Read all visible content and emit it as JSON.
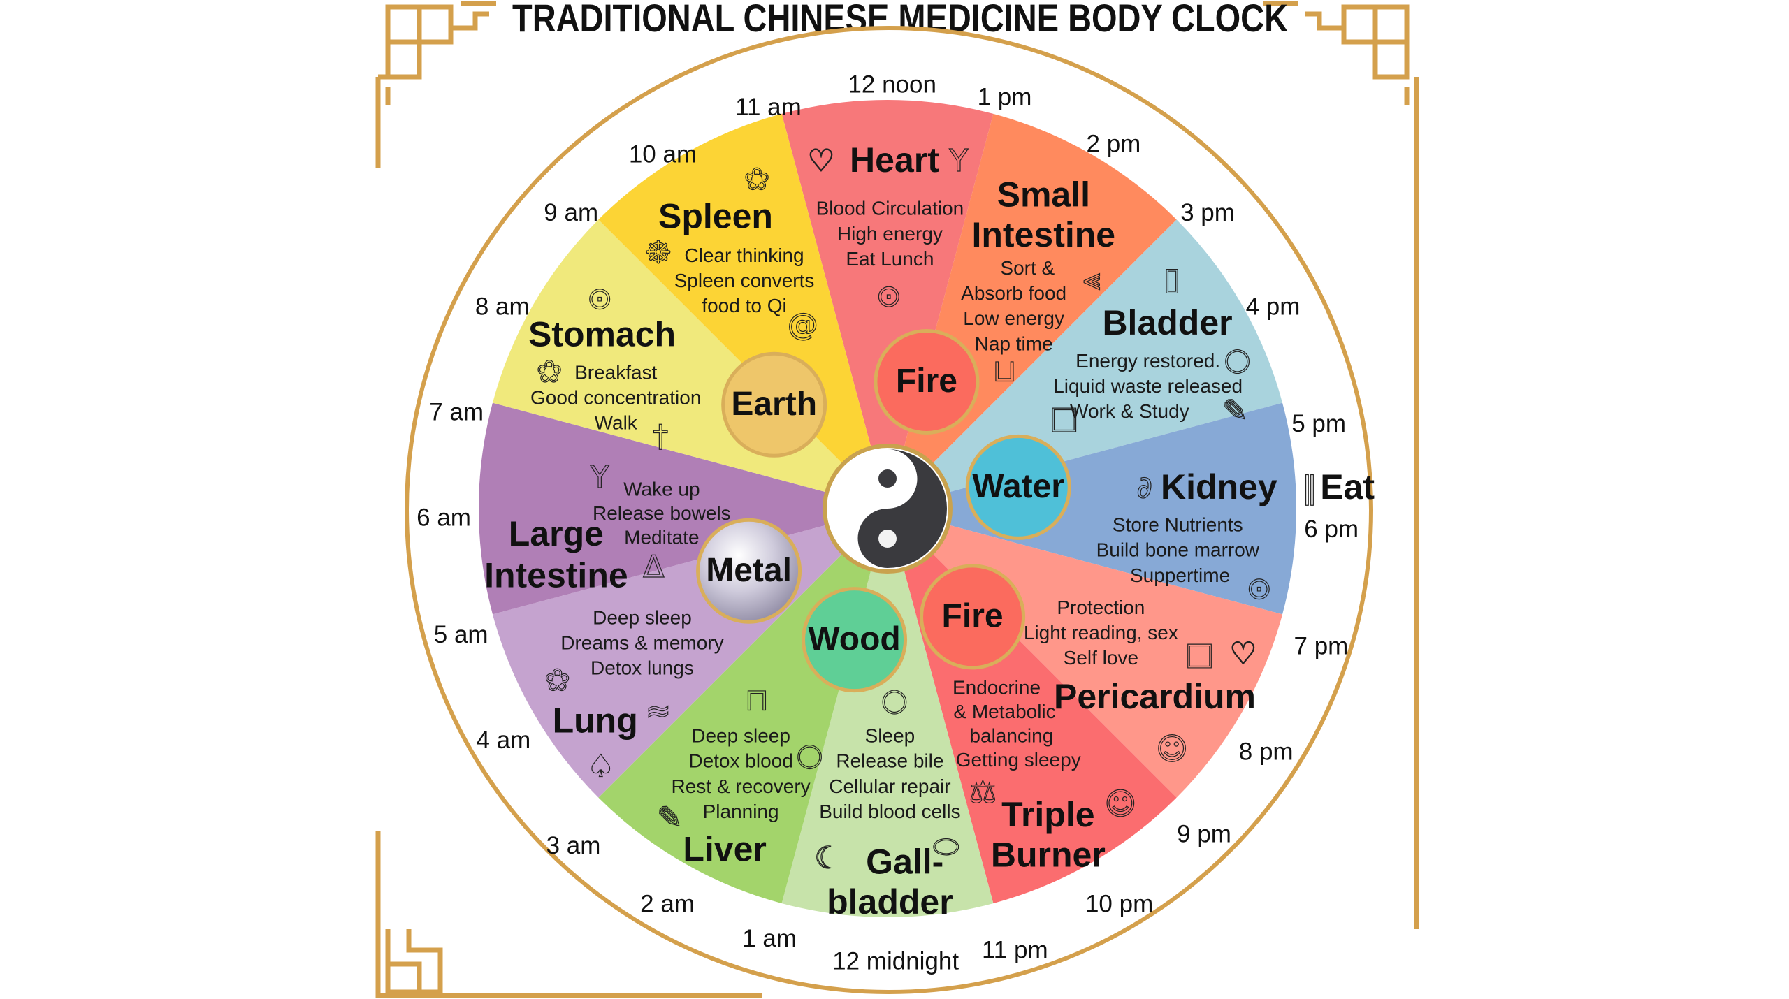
{
  "title": "TRADITIONAL CHINESE MEDICINE BODY CLOCK",
  "colors": {
    "gold": "#d4a04c",
    "ring_fill": "#ffffff"
  },
  "hours": [
    "12 noon",
    "1 pm",
    "2 pm",
    "3 pm",
    "4 pm",
    "5 pm",
    "6 pm",
    "7 pm",
    "8 pm",
    "9 pm",
    "10 pm",
    "11 pm",
    "12 midnight",
    "1 am",
    "2 am",
    "3 am",
    "4 am",
    "5 am",
    "6 am",
    "7 am",
    "8 am",
    "9 am",
    "10 am",
    "11 am"
  ],
  "eat_label": {
    "text": "Eat",
    "icon": "fork-knife-icon"
  },
  "organs": [
    {
      "name_lines": [
        "Heart"
      ],
      "color": "#f7787a",
      "details": [
        "Blood Circulation",
        "High energy",
        "Eat Lunch"
      ],
      "icons": [
        "heartbeat-icon",
        "person-arms-up-icon",
        "plate-cutlery-icon"
      ]
    },
    {
      "name_lines": [
        "Small",
        "Intestine"
      ],
      "color": "#ff8a5e",
      "details": [
        "Sort &",
        "Absorb food",
        "Low energy",
        "Nap time"
      ],
      "icons": [
        "recliner-sleep-icon",
        "sofa-icon"
      ]
    },
    {
      "name_lines": [
        "Bladder"
      ],
      "color": "#a9d3dd",
      "details": [
        "Energy restored.",
        "Liquid waste released",
        "Work & Study"
      ],
      "icons": [
        "battery-icon",
        "droplet-icon",
        "open-book-icon",
        "notepad-icon"
      ]
    },
    {
      "name_lines": [
        "Kidney"
      ],
      "color": "#87a9d6",
      "details": [
        "Store Nutrients",
        "Build bone marrow",
        "Suppertime"
      ],
      "icons": [
        "money-bag-icon",
        "plate-cutlery-icon"
      ]
    },
    {
      "name_lines": [
        "Pericardium"
      ],
      "color": "#ff978a",
      "details": [
        "Protection",
        "Light reading, sex",
        "Self love"
      ],
      "icons": [
        "open-book-icon",
        "heart-hands-icon",
        "self-hug-icon"
      ]
    },
    {
      "name_lines": [
        "Triple",
        "Burner"
      ],
      "color": "#fb6d6f",
      "details": [
        "Endocrine",
        "& Metabolic",
        "balancing",
        "Getting sleepy"
      ],
      "icons": [
        "balance-scale-icon",
        "yawning-face-icon"
      ]
    },
    {
      "name_lines": [
        "Gall-",
        "bladder"
      ],
      "color": "#c7e3aa",
      "details": [
        "Sleep",
        "Release bile",
        "Cellular repair",
        "Build blood cells"
      ],
      "icons": [
        "droplet-icon",
        "moon-sleep-icon",
        "gallbladder-icon"
      ]
    },
    {
      "name_lines": [
        "Liver"
      ],
      "color": "#a3d46b",
      "details": [
        "Deep sleep",
        "Detox blood",
        "Rest & recovery",
        "Planning"
      ],
      "icons": [
        "bed-sleep-icon",
        "blood-drop-icon",
        "notepad-icon"
      ]
    },
    {
      "name_lines": [
        "Lung"
      ],
      "color": "#c5a3cf",
      "details": [
        "Deep sleep",
        "Dreams & memory",
        "Detox lungs"
      ],
      "icons": [
        "brain-icon",
        "wind-icon",
        "lungs-icon"
      ]
    },
    {
      "name_lines": [
        "Large",
        "Intestine"
      ],
      "color": "#b07fb6",
      "details": [
        "Wake up",
        "Release bowels",
        "Meditate"
      ],
      "icons": [
        "person-arms-up-icon",
        "meditation-icon"
      ]
    },
    {
      "name_lines": [
        "Stomach"
      ],
      "color": "#f0e97c",
      "details": [
        "Breakfast",
        "Good concentration",
        "Walk"
      ],
      "icons": [
        "plate-cutlery-icon",
        "brain-icon",
        "walking-icon"
      ]
    },
    {
      "name_lines": [
        "Spleen"
      ],
      "color": "#fcd435",
      "details": [
        "Clear thinking",
        "Spleen converts",
        "food to Qi"
      ],
      "icons": [
        "brain-icon",
        "head-profile-icon",
        "qi-bowl-icon"
      ]
    }
  ],
  "elements": [
    {
      "label": "Earth",
      "color": "#eec66a"
    },
    {
      "label": "Fire",
      "color": "#fb6b5e"
    },
    {
      "label": "Water",
      "color": "#4fc0d8"
    },
    {
      "label": "Fire",
      "color": "#fb6b5e"
    },
    {
      "label": "Wood",
      "color": "#5fcf96"
    },
    {
      "label": "Metal",
      "color": "#c9c5d6"
    }
  ],
  "center_icon": "yin-yang-icon"
}
